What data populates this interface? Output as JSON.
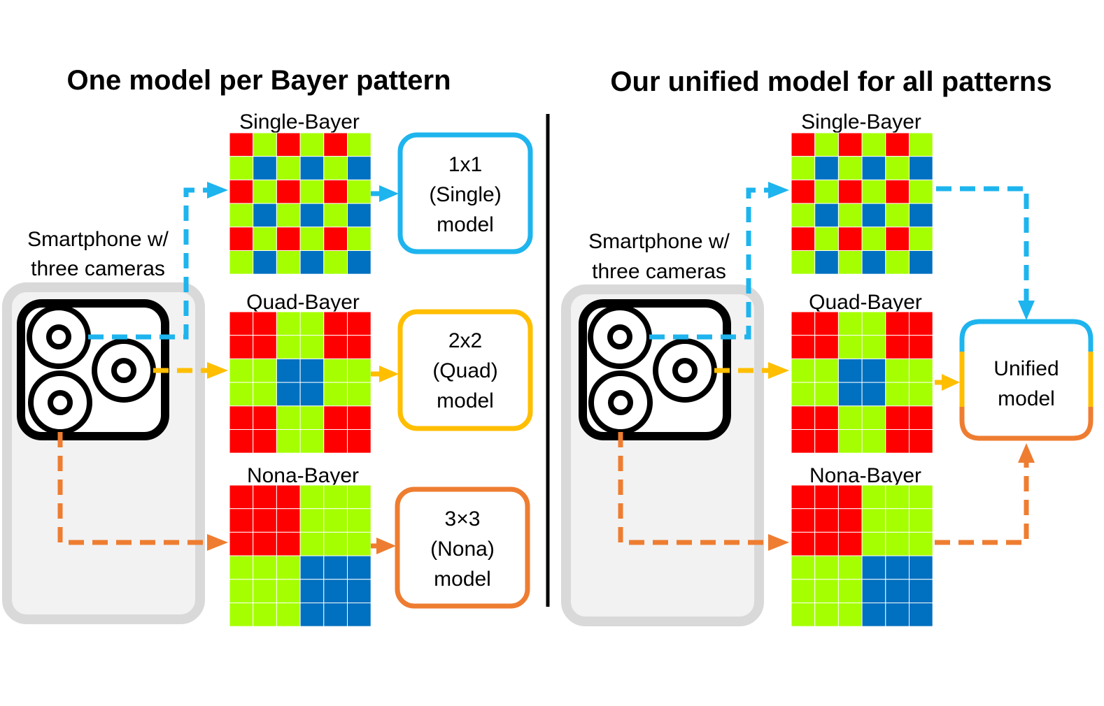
{
  "left": {
    "title": "One model per Bayer pattern",
    "phone_label": [
      "Smartphone w/",
      "three cameras"
    ],
    "patterns": [
      "Single-Bayer",
      "Quad-Bayer",
      "Nona-Bayer"
    ],
    "models": [
      [
        "1x1",
        "(Single)",
        "model"
      ],
      [
        "2x2",
        "(Quad)",
        "model"
      ],
      [
        "3×3",
        "(Nona)",
        "model"
      ]
    ]
  },
  "right": {
    "title": "Our unified model for all patterns",
    "phone_label": [
      "Smartphone w/",
      "three cameras"
    ],
    "patterns": [
      "Single-Bayer",
      "Quad-Bayer",
      "Nona-Bayer"
    ],
    "model": [
      "Unified",
      "model"
    ]
  },
  "colors": {
    "red": "#ff0000",
    "green": "#a6ff00",
    "blue": "#0070c0",
    "single_path": "#1eb4ee",
    "quad_path": "#ffbe00",
    "nona_path": "#ee7d31",
    "phone_fill": "#f2f2f2",
    "phone_border": "#d9d9d9"
  },
  "icons": [
    "camera-lens-icon",
    "arrow-right-icon"
  ]
}
